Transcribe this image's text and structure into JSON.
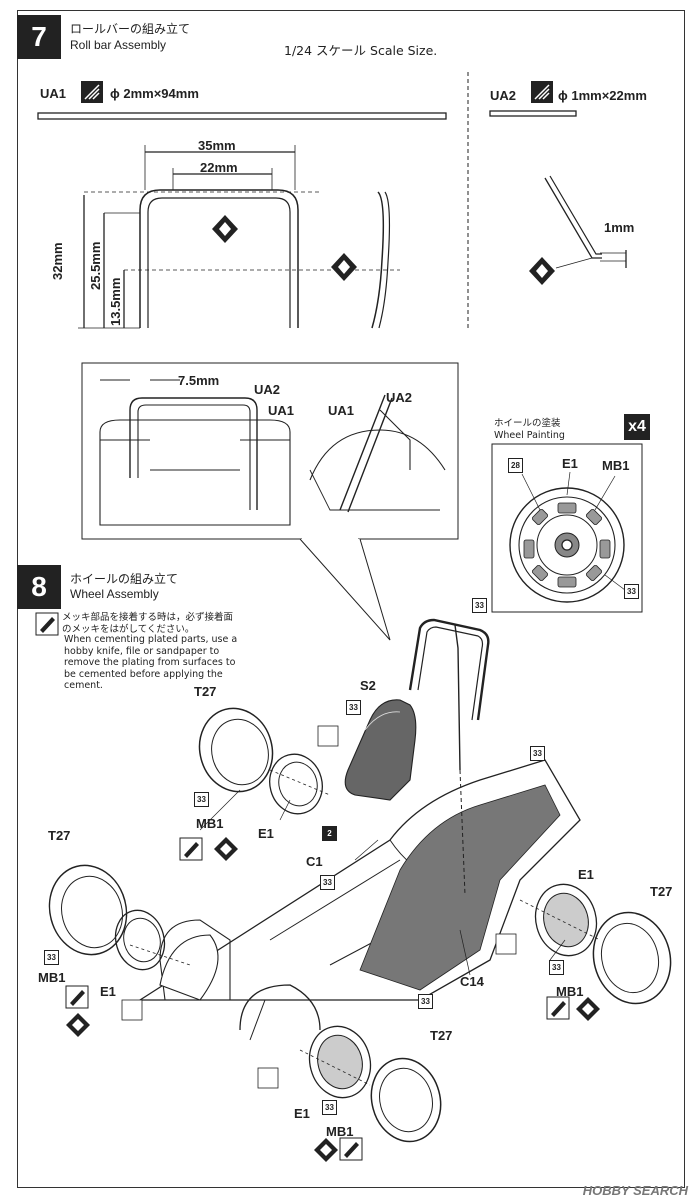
{
  "step7": {
    "number": "7",
    "title_jp": "ロールバーの組み立て",
    "title_en": "Roll bar Assembly",
    "scale": "1/24 スケール  Scale Size.",
    "parts": [
      {
        "code": "UA1",
        "spec": "ϕ 2mm×94mm"
      },
      {
        "code": "UA2",
        "spec": "ϕ 1mm×22mm"
      }
    ],
    "dims": {
      "d35": "35mm",
      "d22": "22mm",
      "d32": "32mm",
      "d255": "25.5mm",
      "d135": "13.5mm",
      "d1": "1mm",
      "d75": "7.5mm"
    },
    "detail_labels": {
      "ua2a": "UA2",
      "ua1a": "UA1",
      "ua1b": "UA1",
      "ua2b": "UA2"
    },
    "wheel_painting_jp": "ホイールの塗装",
    "wheel_painting_en": "Wheel Painting",
    "x4": "x4",
    "wheel_labels": {
      "e1": "E1",
      "mb1": "MB1",
      "c28": "28",
      "c33": "33"
    }
  },
  "step8": {
    "number": "8",
    "title_jp": "ホイールの組み立て",
    "title_en": "Wheel Assembly",
    "note_jp": "メッキ部品を接着する時は，必ず接着面のメッキをはがしてください。",
    "note_en": "When cementing plated parts, use a hobby knife, file or sandpaper to remove the plating from surfaces to be cemented before applying the cement.",
    "labels": {
      "s2": "S2",
      "t27a": "T27",
      "t27b": "T27",
      "t27c": "T27",
      "t27d": "T27",
      "mb1a": "MB1",
      "mb1b": "MB1",
      "mb1c": "MB1",
      "mb1d": "MB1",
      "e1a": "E1",
      "e1b": "E1",
      "e1c": "E1",
      "e1d": "E1",
      "c1": "C1",
      "c14": "C14",
      "n2": "2",
      "n33": "33"
    }
  },
  "watermark": "HOBBY SEARCH"
}
